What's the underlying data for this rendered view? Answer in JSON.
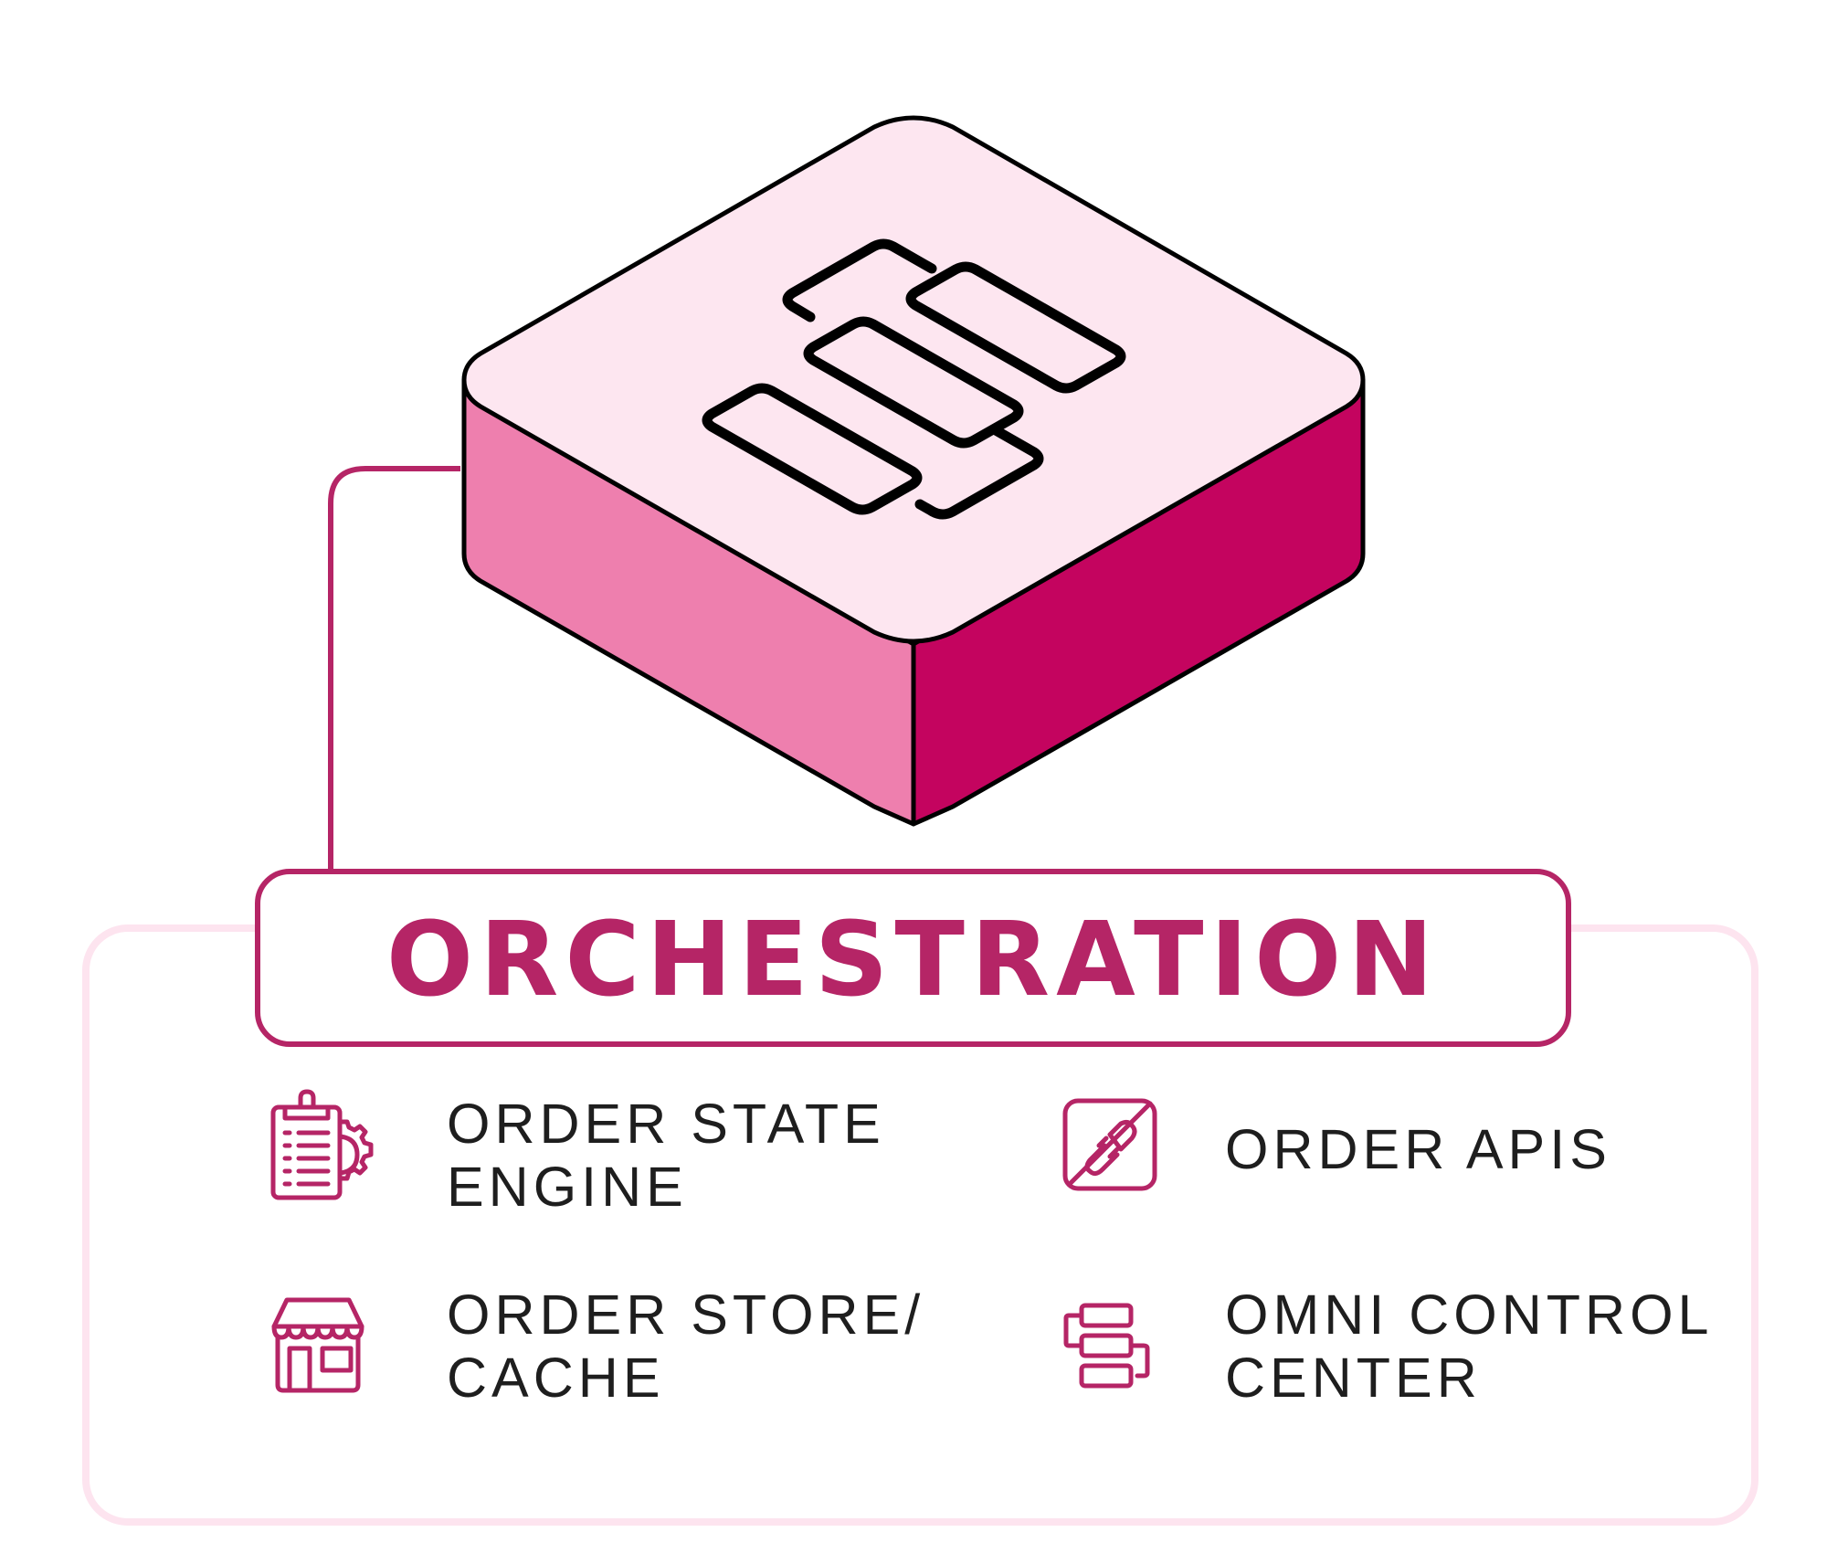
{
  "title": "ORCHESTRATION",
  "colors": {
    "accent": "#b52566",
    "cube_top": "#fde6f0",
    "cube_left": "#ee7fae",
    "cube_right": "#c4045f",
    "outline": "#000000",
    "container_border": "#fde4ef",
    "text": "#1e1e1e"
  },
  "cube": {
    "icon": "workflow-blocks-icon"
  },
  "features": [
    {
      "label": "ORDER STATE\nENGINE",
      "icon": "clipboard-gear-icon"
    },
    {
      "label": "ORDER APIS",
      "icon": "plug-connect-icon"
    },
    {
      "label": "ORDER STORE/\nCACHE",
      "icon": "storefront-icon"
    },
    {
      "label": "OMNI CONTROL\nCENTER",
      "icon": "flow-blocks-icon"
    }
  ]
}
